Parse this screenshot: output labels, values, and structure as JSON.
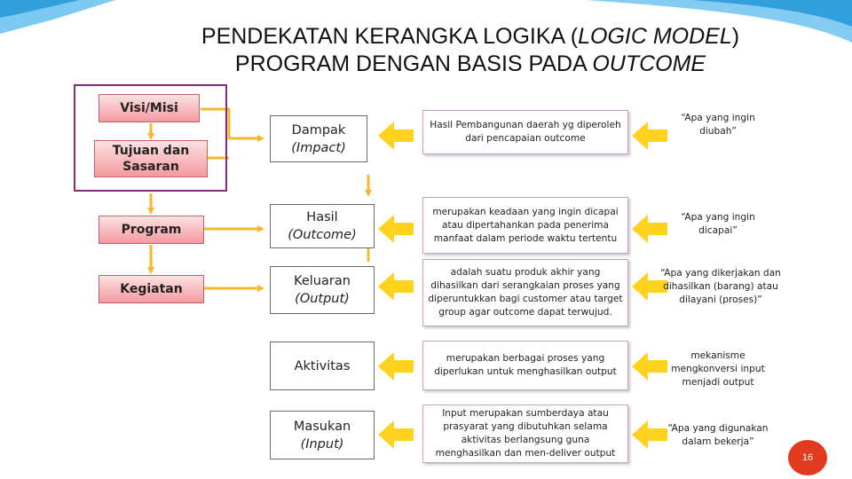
{
  "title": {
    "line1_prefix": "PENDEKATAN KERANGKA LOGIKA (",
    "line1_italic": "LOGIC MODEL",
    "line1_suffix": ")",
    "line2_prefix": "PROGRAM DENGAN BASIS PADA ",
    "line2_italic": "OUTCOME"
  },
  "left_boxes": {
    "visi_misi": "Visi/Misi",
    "tujuan": "Tujuan dan Sasaran",
    "program": "Program",
    "kegiatan": "Kegiatan"
  },
  "middle_boxes": [
    {
      "main": "Dampak",
      "sub": "(Impact)"
    },
    {
      "main": "Hasil",
      "sub": "(Outcome)"
    },
    {
      "main": "Keluaran",
      "sub": "(Output)"
    },
    {
      "main": "Aktivitas",
      "sub": ""
    },
    {
      "main": "Masukan",
      "sub": "(Input)"
    }
  ],
  "descriptions": [
    "Hasil Pembangunan daerah yg diperoleh dari pencapaian outcome",
    "merupakan keadaan yang ingin dicapai atau dipertahankan pada penerima manfaat dalam periode waktu tertentu",
    "adalah suatu produk akhir yang dihasilkan dari serangkaian proses yang diperuntukkan bagi customer atau target group agar outcome dapat terwujud.",
    "merupakan berbagai proses yang diperlukan untuk menghasilkan output",
    "Input merupakan sumberdaya atau prasyarat yang dibutuhkan selama aktivitas berlangsung guna menghasilkan dan men-deliver output"
  ],
  "questions": [
    "“Apa yang ingin diubah”",
    "“Apa yang ingin dicapai”",
    "“Apa yang dikerjakan dan dihasilkan (barang) atau dilayani (proses)”",
    "mekanisme mengkonversi input menjadi output",
    "“Apa yang digunakan dalam bekerja”"
  ],
  "page_number": "16",
  "colors": {
    "arrow": "#ffd21f",
    "connector": "#f5b82e",
    "left_box_top": "#fde2e2",
    "left_box_bottom": "#f29aa0",
    "frame": "#8a2a7a",
    "page_badge": "#e13a1f"
  },
  "icons": [
    "block-arrow-left-icon",
    "down-arrow-icon",
    "right-arrow-icon"
  ]
}
